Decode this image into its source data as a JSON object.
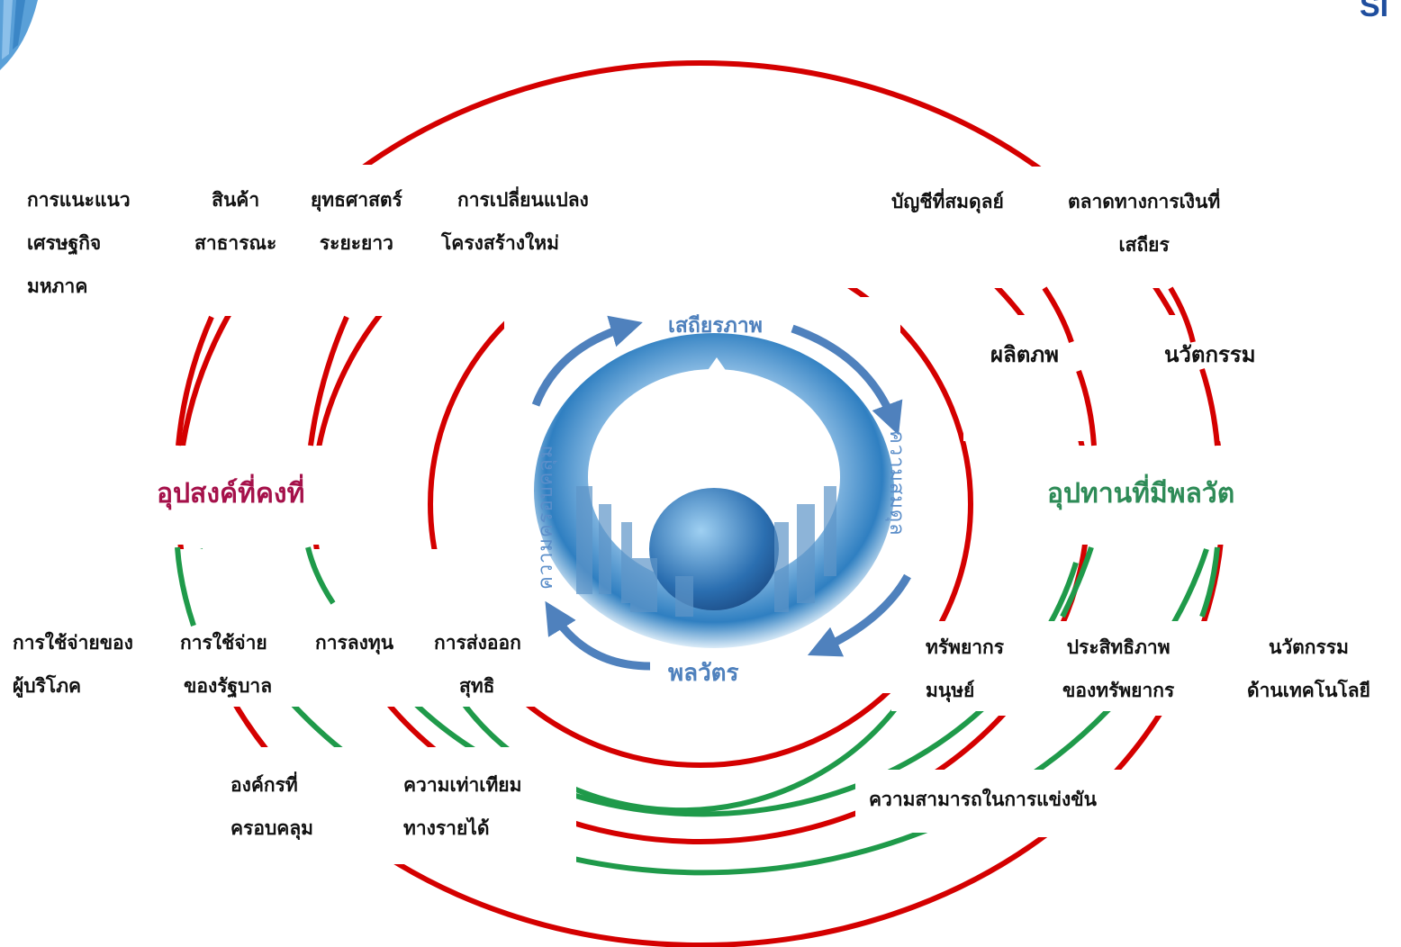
{
  "brand": {
    "logo_text": "SI"
  },
  "colors": {
    "demand": "#c00000",
    "supply": "#2e8b57",
    "cycle": "#4f81bd",
    "demand_title": "#a5114a",
    "supply_title": "#2e8b57"
  },
  "center_cycle": {
    "top": "เสถียรภาพ",
    "right": "ความสมดุล",
    "bottom": "พลวัตร",
    "left": "ความครอบคลุม"
  },
  "demand": {
    "title": "อุปสงค์ที่คงที่",
    "top_items": [
      {
        "line1": "การแนะแนว",
        "line2": "เศรษฐกิจ",
        "line3": "มหภาค"
      },
      {
        "line1": "สินค้า",
        "line2": "สาธารณะ"
      },
      {
        "line1": "ยุทธศาสตร์",
        "line2": "ระยะยาว"
      },
      {
        "line1": "การเปลี่ยนแปลง",
        "line2": "โครงสร้างใหม่"
      }
    ],
    "bottom_items": [
      {
        "line1": "การใช้จ่ายของ",
        "line2": "ผู้บริโภค"
      },
      {
        "line1": "การใช้จ่าย",
        "line2": "ของรัฐบาล"
      },
      {
        "line1": "การลงทุน"
      },
      {
        "line1": "การส่งออก",
        "line2": "สุทธิ"
      }
    ],
    "outer_items": [
      {
        "line1": "องค์กรที่",
        "line2": "ครอบคลุม"
      },
      {
        "line1": "ความเท่าเทียม",
        "line2": "ทางรายได้"
      }
    ]
  },
  "supply": {
    "title": "อุปทานที่มีพลวัต",
    "top_items": [
      {
        "line1": "บัญชีที่สมดุลย์"
      },
      {
        "line1": "ตลาดทางการเงินที่",
        "line2": "เสถียร"
      }
    ],
    "mid_items": [
      {
        "line1": "ผลิตภพ"
      },
      {
        "line1": "นวัตกรรม"
      }
    ],
    "bottom_items": [
      {
        "line1": "ทรัพยากร",
        "line2": "มนุษย์"
      },
      {
        "line1": "ประสิทธิภาพ",
        "line2": "ของทรัพยากร"
      },
      {
        "line1": "นวัตกรรม",
        "line2": "ด้านเทคโนโลยี"
      }
    ],
    "outer_items": [
      {
        "line1": "ความสามารถในการแข่งขัน"
      }
    ]
  }
}
